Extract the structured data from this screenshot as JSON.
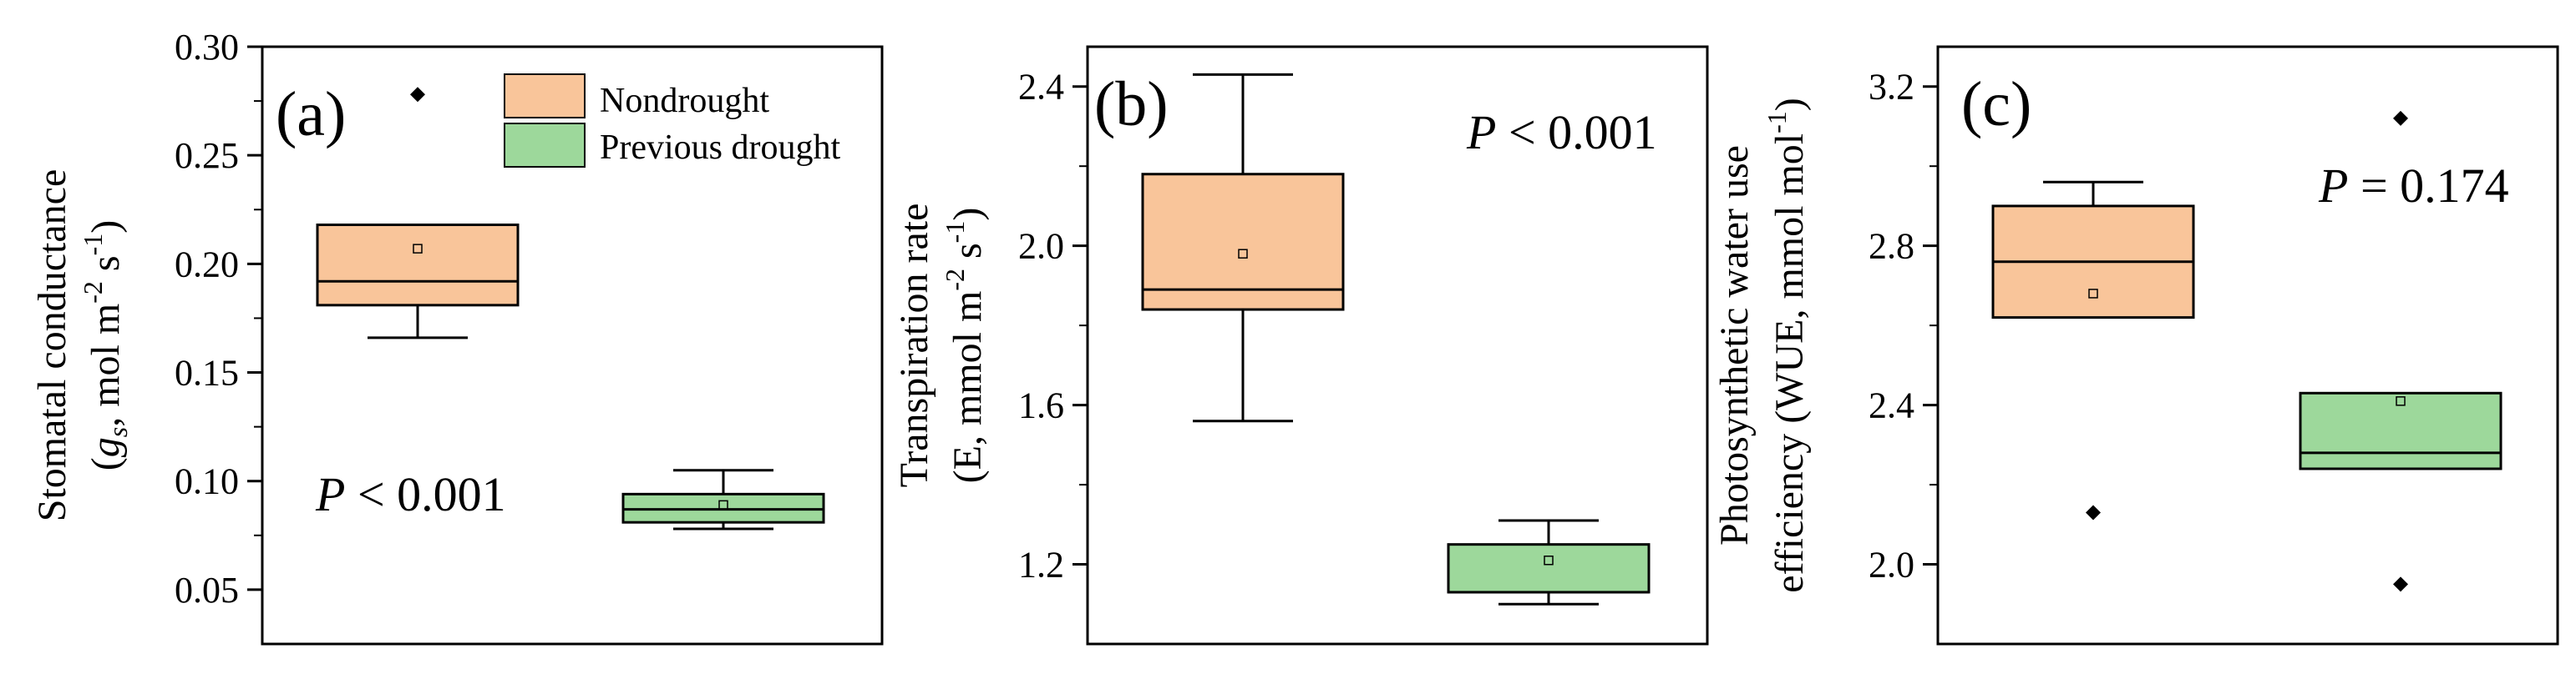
{
  "legend": {
    "items": [
      {
        "label": "Nondrought",
        "color": "#f9c59a"
      },
      {
        "label": "Previous drought",
        "color": "#9dd89b"
      }
    ]
  },
  "colors": {
    "nondrought_fill": "#f9c59a",
    "drought_fill": "#9dd89b",
    "stroke": "#000000"
  },
  "chart_data": [
    {
      "type": "box",
      "panel_label": "(a)",
      "ylabel_line1": "Stomatal conductance",
      "ylabel_line2": "(gs, mol m-2 s-1)",
      "ylim": [
        0.025,
        0.3
      ],
      "ticks": [
        0.05,
        0.1,
        0.15,
        0.2,
        0.25,
        0.3
      ],
      "tick_labels": [
        "0.05",
        "0.10",
        "0.15",
        "0.20",
        "0.25",
        "0.30"
      ],
      "annotation_p": "P",
      "annotation_rest": " < 0.001",
      "series": [
        {
          "name": "Nondrought",
          "min": 0.166,
          "q1": 0.181,
          "median": 0.192,
          "q3": 0.218,
          "max": 0.218,
          "mean": 0.207,
          "outliers": [
            0.278
          ]
        },
        {
          "name": "Previous drought",
          "min": 0.078,
          "q1": 0.081,
          "median": 0.087,
          "q3": 0.094,
          "max": 0.105,
          "mean": 0.089,
          "outliers": []
        }
      ]
    },
    {
      "type": "box",
      "panel_label": "(b)",
      "ylabel_line1": "Transpiration rate",
      "ylabel_line2": "(E, mmol m-2 s-1)",
      "ylim": [
        1.0,
        2.5
      ],
      "ticks": [
        1.2,
        1.6,
        2.0,
        2.4
      ],
      "tick_labels": [
        "1.2",
        "1.6",
        "2.0",
        "2.4"
      ],
      "annotation_p": "P",
      "annotation_rest": " < 0.001",
      "series": [
        {
          "name": "Nondrought",
          "min": 1.56,
          "q1": 1.84,
          "median": 1.89,
          "q3": 2.18,
          "max": 2.43,
          "mean": 1.98,
          "outliers": []
        },
        {
          "name": "Previous drought",
          "min": 1.1,
          "q1": 1.13,
          "median": 1.13,
          "q3": 1.25,
          "max": 1.31,
          "mean": 1.21,
          "outliers": []
        }
      ]
    },
    {
      "type": "box",
      "panel_label": "(c)",
      "ylabel_line1": "Photosynthetic water use",
      "ylabel_line2": "efficiency (WUE, mmol mol-1)",
      "ylim": [
        1.8,
        3.3
      ],
      "ticks": [
        2.0,
        2.4,
        2.8,
        3.2
      ],
      "tick_labels": [
        "2.0",
        "2.4",
        "2.8",
        "3.2"
      ],
      "annotation_p": "P",
      "annotation_rest": " = 0.174",
      "series": [
        {
          "name": "Nondrought",
          "min": 2.62,
          "q1": 2.62,
          "median": 2.76,
          "q3": 2.9,
          "max": 2.96,
          "mean": 2.68,
          "outliers": [
            2.13
          ]
        },
        {
          "name": "Previous drought",
          "min": 2.24,
          "q1": 2.24,
          "median": 2.28,
          "q3": 2.43,
          "max": 2.43,
          "mean": 2.41,
          "outliers": [
            3.12,
            1.95
          ]
        }
      ]
    }
  ]
}
